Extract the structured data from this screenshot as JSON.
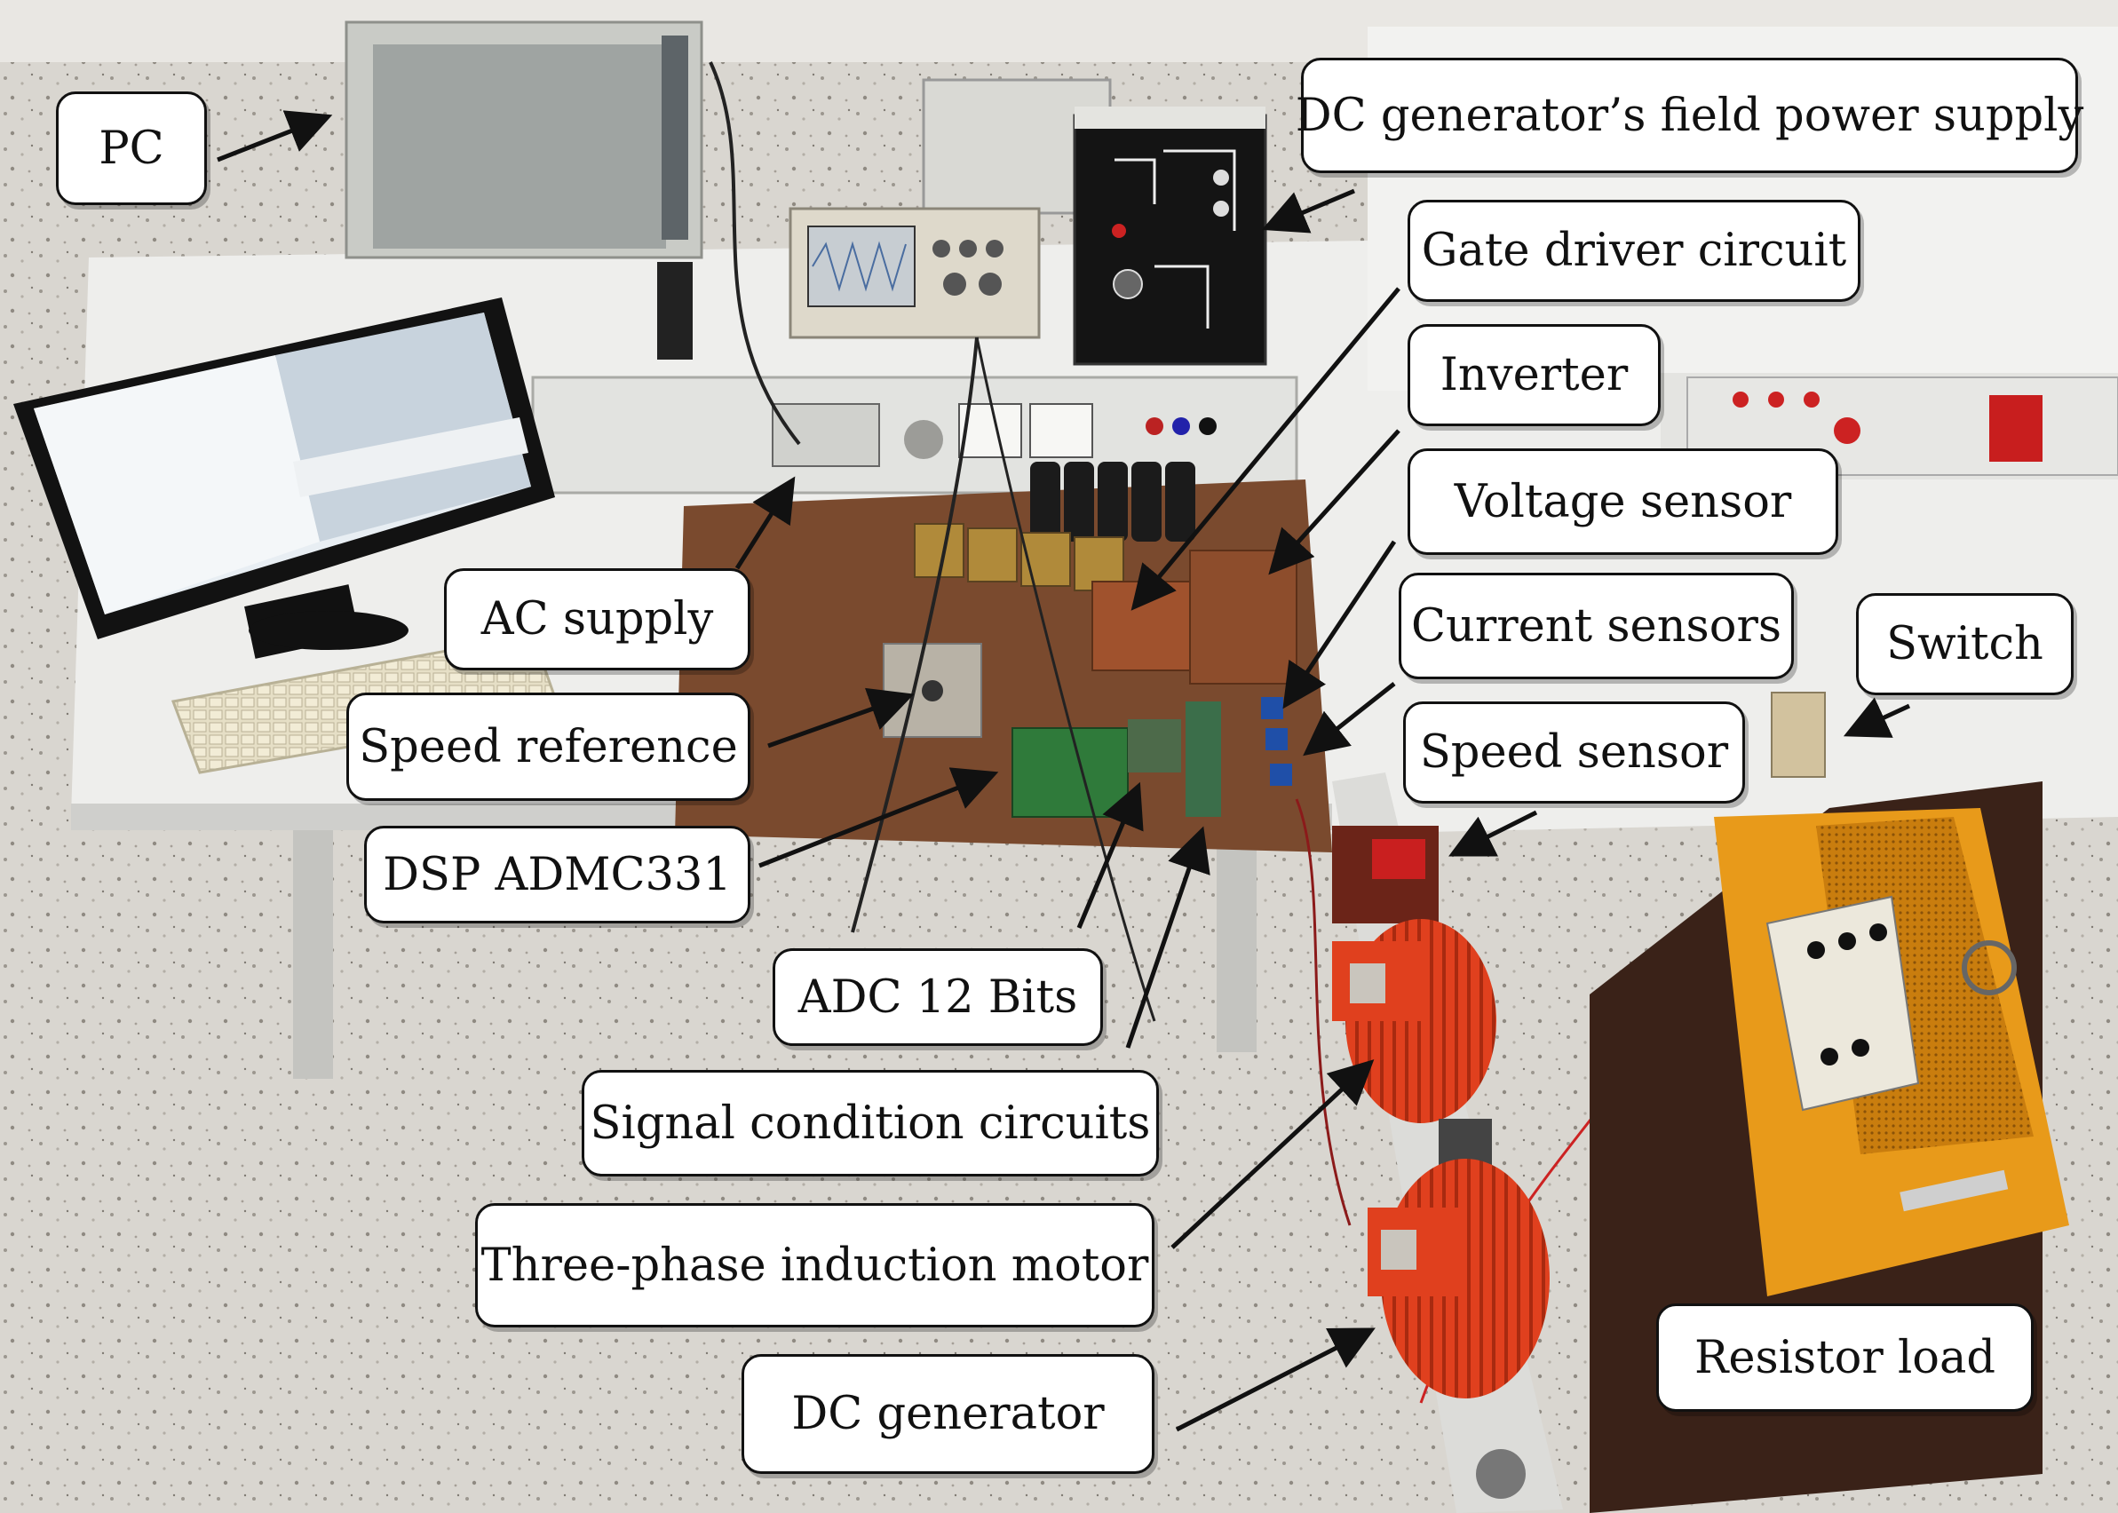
{
  "figure": {
    "labels": {
      "pc": "PC",
      "field_supply": "DC generator’s field power supply",
      "gate_driver": "Gate driver circuit",
      "inverter": "Inverter",
      "voltage_sensor": "Voltage sensor",
      "current_sensors": "Current sensors",
      "switch": "Switch",
      "speed_sensor": "Speed sensor",
      "ac_supply": "AC supply",
      "speed_reference": "Speed reference",
      "dsp": "DSP ADMC331",
      "adc": "ADC 12 Bits",
      "signal_condition": "Signal condition circuits",
      "induction_motor": "Three-phase induction motor",
      "dc_generator": "DC generator",
      "resistor_load": "Resistor load"
    },
    "colors": {
      "motor_orange": "#e0401e",
      "cabinet_orange": "#e89a1a",
      "board_brown": "#7a4a2e",
      "floor": "#d9d6d0"
    }
  }
}
